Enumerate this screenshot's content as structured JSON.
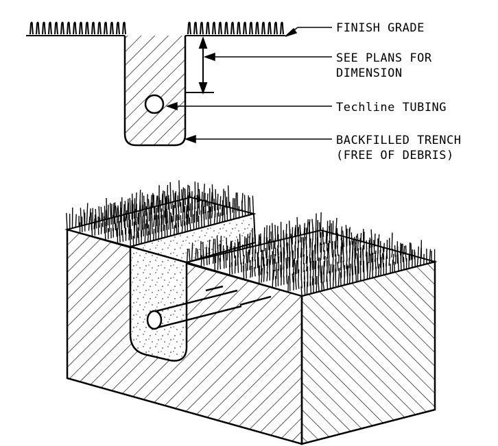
{
  "labels": {
    "finish_grade": "FINISH GRADE",
    "see_plans_line1": "SEE PLANS FOR",
    "see_plans_line2": "DIMENSION",
    "tubing": "Techline TUBING",
    "backfill_line1": "BACKFILLED TRENCH",
    "backfill_line2": "(FREE OF DEBRIS)"
  },
  "colors": {
    "line": "#000000",
    "background": "#ffffff"
  }
}
